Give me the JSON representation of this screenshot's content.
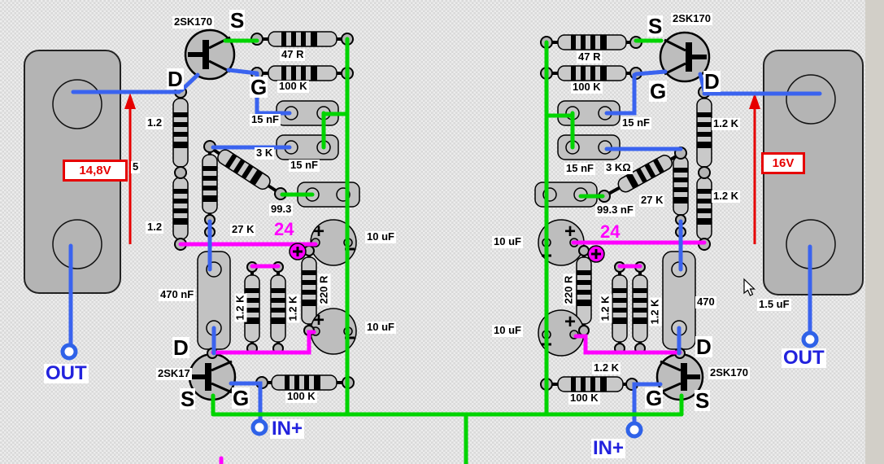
{
  "colors": {
    "wire_blue": "#3a63ef",
    "wire_green": "#00d400",
    "wire_magenta": "#ff00ff",
    "measure_red": "#e60000",
    "io_text_blue": "#2222dd",
    "label_text": "#000000"
  },
  "labels": {
    "tl_transistor": "2SK170",
    "tl_s": "S",
    "tl_d": "D",
    "tl_g": "G",
    "tl_r_source": "47 R",
    "tl_r_gate": "100 K",
    "l_r_drain_upper": "1.2",
    "l_r_drain_lower": "1.2",
    "l_c_gate": "15 nF",
    "l_c_mid": "15 nF",
    "l_r_mid": "3 K",
    "l_c_993": "99.3",
    "l_voltage": "14,8V",
    "l_voltage_extra": "5",
    "l_r_27k": "27 K",
    "l_offset": "24",
    "l_c_10uf_top": "10 uF",
    "l_c_10uf_bot": "10 uF",
    "l_c_470nf": "470 nF",
    "l_r_12k_1": "1.2 K",
    "l_r_12k_2": "1.2 K",
    "l_r_220": "220 R",
    "bl_d": "D",
    "bl_transistor": "2SK17",
    "bl_s": "S",
    "bl_g": "G",
    "bl_r_gate": "100 K",
    "l_out": "OUT",
    "l_in": "IN+",
    "tr_transistor": "2SK170",
    "tr_s": "S",
    "tr_d": "D",
    "tr_g": "G",
    "tr_r_source": "47 R",
    "tr_r_gate": "100 K",
    "r_r_drain_upper": "1.2 K",
    "r_r_drain_lower": "1.2 K",
    "r_c_gate": "15 nF",
    "r_c_mid": "15 nF",
    "r_r_mid": "3 KΩ",
    "r_c_993": "99.3 nF",
    "r_voltage": "16V",
    "r_r_27k": "27 K",
    "r_offset": "24",
    "r_c_10uf_top": "10 uF",
    "r_c_10uf_bot": "10 uF",
    "r_c_470": "470",
    "r_r_12k_1": "1.2 K",
    "r_r_12k_2": "1.2 K",
    "r_r_12k_3": "1.2 K",
    "r_r_220": "220 R",
    "br_d": "D",
    "br_transistor": "2SK170",
    "br_s": "S",
    "br_g": "G",
    "br_r_gate": "100 K",
    "r_c_15uf": "1.5 uF",
    "r_out": "OUT",
    "r_in": "IN+"
  }
}
